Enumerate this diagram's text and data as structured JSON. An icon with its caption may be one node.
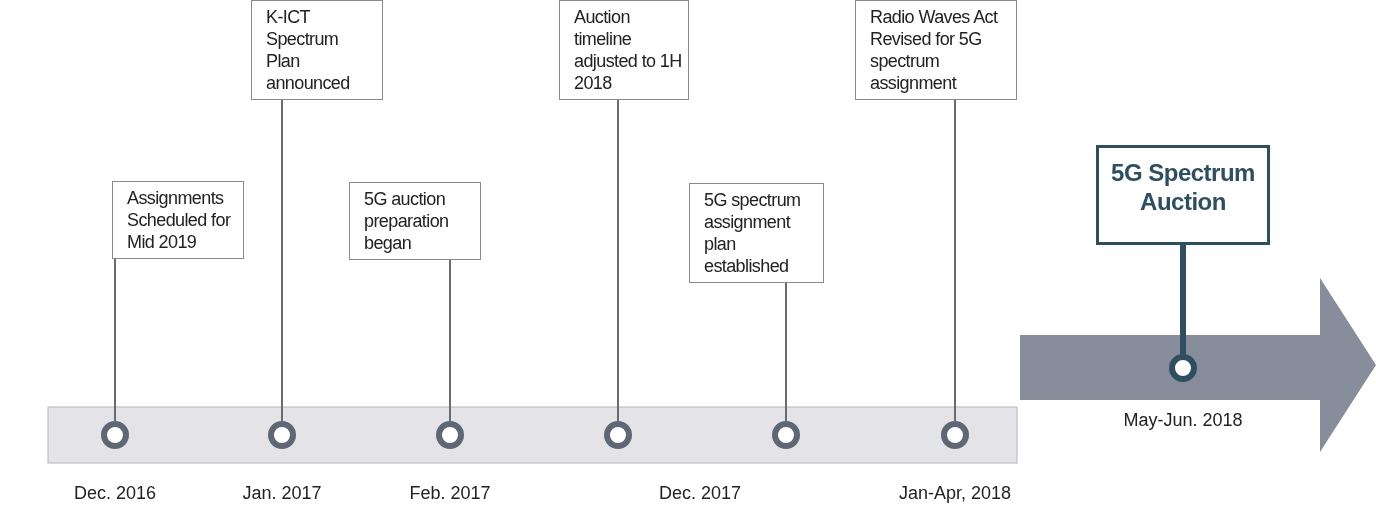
{
  "diagram": {
    "nodes": [
      {
        "text": [
          "Assignments Scheduled for Mid 2019"
        ]
      },
      {
        "text": [
          "K-ICT Spectrum Plan announced"
        ]
      },
      {
        "text": [
          "5G auction preparation began"
        ]
      },
      {
        "text": [
          "Auction timeline adjusted to 1H 2018"
        ]
      },
      {
        "text": [
          "5G spectrum assignment plan established"
        ]
      },
      {
        "text": [
          "Radio Waves Act Revised for 5G spectrum assignment"
        ]
      },
      {
        "text": [
          "5G Spectrum Auction"
        ]
      },
      {
        "text": [],
        "shape": "circle",
        "beside": [
          "Dec. 2016"
        ]
      },
      {
        "text": [],
        "shape": "circle",
        "beside": [
          "Jan. 2017"
        ]
      },
      {
        "text": [],
        "shape": "circle",
        "beside": [
          "Feb. 2017"
        ]
      },
      {
        "text": [],
        "shape": "circle"
      },
      {
        "text": [],
        "shape": "circle"
      },
      {
        "text": [],
        "shape": "circle",
        "beside": [
          "Jan-Apr, 2018"
        ]
      },
      {
        "text": [],
        "shape": "circle",
        "beside": [
          "May-Jun. 2018"
        ]
      }
    ],
    "edges": [
      {
        "from": 0,
        "to": 7,
        "arrow": "none"
      },
      {
        "from": 1,
        "to": 8,
        "arrow": "none"
      },
      {
        "from": 2,
        "to": 9,
        "arrow": "none"
      },
      {
        "from": 3,
        "to": 10,
        "arrow": "none"
      },
      {
        "from": 4,
        "to": 11,
        "arrow": "none"
      },
      {
        "from": 5,
        "to": 12,
        "arrow": "none"
      },
      {
        "from": 6,
        "to": 13,
        "arrow": "none",
        "style": "thick"
      }
    ],
    "labels": [
      "Dec. 2017"
    ]
  }
}
